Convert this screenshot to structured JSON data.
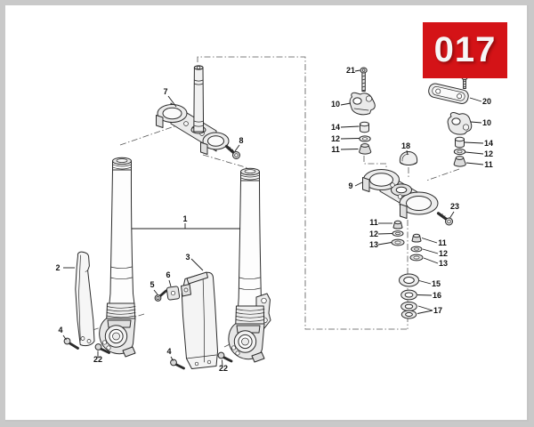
{
  "badge": {
    "label": "017"
  },
  "colors": {
    "badge_bg": "#d41317",
    "badge_text": "#ffffff",
    "line": "#2b2b2b",
    "frame": "#c9c9c9"
  },
  "diagram": {
    "callouts": [
      {
        "n": "7"
      },
      {
        "n": "8"
      },
      {
        "n": "1"
      },
      {
        "n": "2"
      },
      {
        "n": "3"
      },
      {
        "n": "5"
      },
      {
        "n": "6"
      },
      {
        "n": "4"
      },
      {
        "n": "22"
      },
      {
        "n": "4"
      },
      {
        "n": "22"
      },
      {
        "n": "21"
      },
      {
        "n": "10"
      },
      {
        "n": "14"
      },
      {
        "n": "12"
      },
      {
        "n": "11"
      },
      {
        "n": "18"
      },
      {
        "n": "20"
      },
      {
        "n": "10"
      },
      {
        "n": "14"
      },
      {
        "n": "12"
      },
      {
        "n": "11"
      },
      {
        "n": "9"
      },
      {
        "n": "23"
      },
      {
        "n": "11"
      },
      {
        "n": "12"
      },
      {
        "n": "13"
      },
      {
        "n": "11"
      },
      {
        "n": "12"
      },
      {
        "n": "13"
      },
      {
        "n": "15"
      },
      {
        "n": "16"
      },
      {
        "n": "17"
      }
    ]
  }
}
